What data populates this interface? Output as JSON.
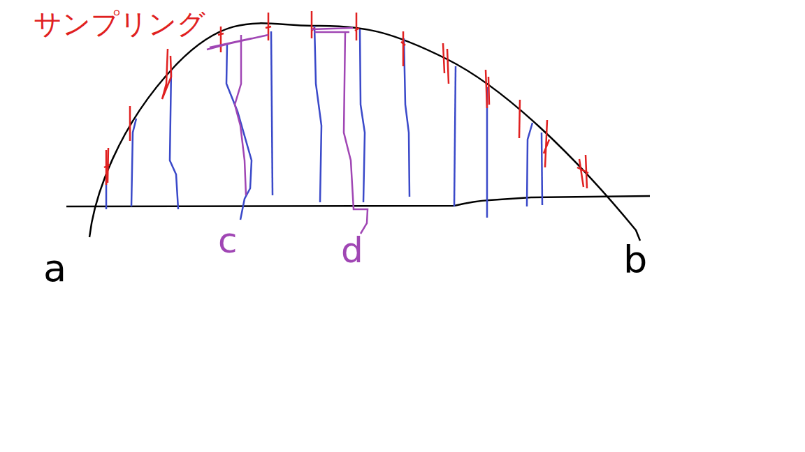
{
  "diagram": {
    "labels": [
      "サンプリング",
      "a",
      "c",
      "d",
      "b"
    ]
  }
}
